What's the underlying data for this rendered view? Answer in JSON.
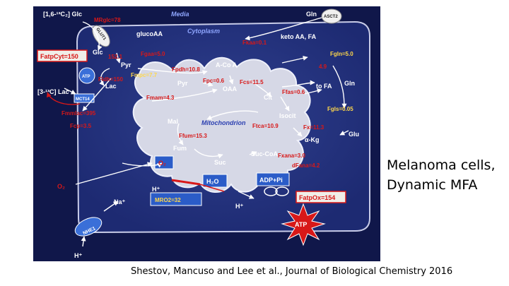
{
  "slide": {
    "title_line1": "Melanoma cells,",
    "title_line2": "Dynamic MFA",
    "citation": "Shestov, Mancuso and Lee et al., Journal of Biological Chemistry 2016"
  },
  "diagram": {
    "compartments": {
      "media": "Media",
      "cytoplasm": "Cytoplasm",
      "mitochondrion": "Mitochondrion"
    },
    "transporters": {
      "glut": "GLUT1",
      "asct": "ASCT2",
      "mct": "MCT14",
      "atp_pump": "ATP",
      "nhe": "NHE1"
    },
    "metabolites": {
      "glc_media": "[1,6-¹³C₂] Glc",
      "gln_media": "Gln",
      "glucoaa": "glucoAA",
      "ketoaa": "keto AA, FA",
      "glc": "Glc",
      "pyr_cyt": "Pyr",
      "lac": "Lac",
      "lac_media": "[3-¹³C] Lac",
      "acoa": "A-Co A",
      "pyr_mito": "Pyr",
      "oaa": "OAA",
      "cit": "Cit",
      "toa": "to FA",
      "gln_cyt": "Gln",
      "isocit": "Isocit",
      "mal": "Mal",
      "akg": "α-Kg",
      "glu": "Glu",
      "fum": "Fum",
      "suc": "Suc",
      "succoa": "Suc-CoA",
      "o2_mito": "O₂",
      "h2o": "H₂O",
      "adp": "ADP+Pi",
      "atp_out": "ATP",
      "o2_media": "O₂",
      "hplus1": "H⁺",
      "hplus2": "H⁺",
      "hplus3": "H⁺",
      "na": "Na⁺"
    },
    "fluxes": {
      "mrglc": "MRglc=78",
      "fatpcyt": "FatpCyt=150",
      "v152": "152.1",
      "fgaa": "Fgaa=5.0",
      "fkaa": "Fkaa=0.1",
      "fgln": "Fgln=5.0",
      "fldh": "Fldh=150",
      "fmpc": "Fmpc=7.7",
      "fpdh": "Fpdh=10.8",
      "v49": "4.9",
      "fpc": "Fpc=0.6",
      "fcs": "Fcs=11.5",
      "ffas": "Ffas=0.6",
      "fmam": "Fmam=4.3",
      "fgls": "Fgls=0.05",
      "fmmlac": "Fmmlac=395",
      "fcp": "Fcp=3.5",
      "ftca": "Ftca=10.9",
      "fx": "Fx=11.3",
      "ffum": "Ffum=15.3",
      "fxana": "Fxana=3.0",
      "dfana": "dFana=4.2",
      "fatpox": "FatpOx=154",
      "mro2": "MRO2=32"
    }
  }
}
